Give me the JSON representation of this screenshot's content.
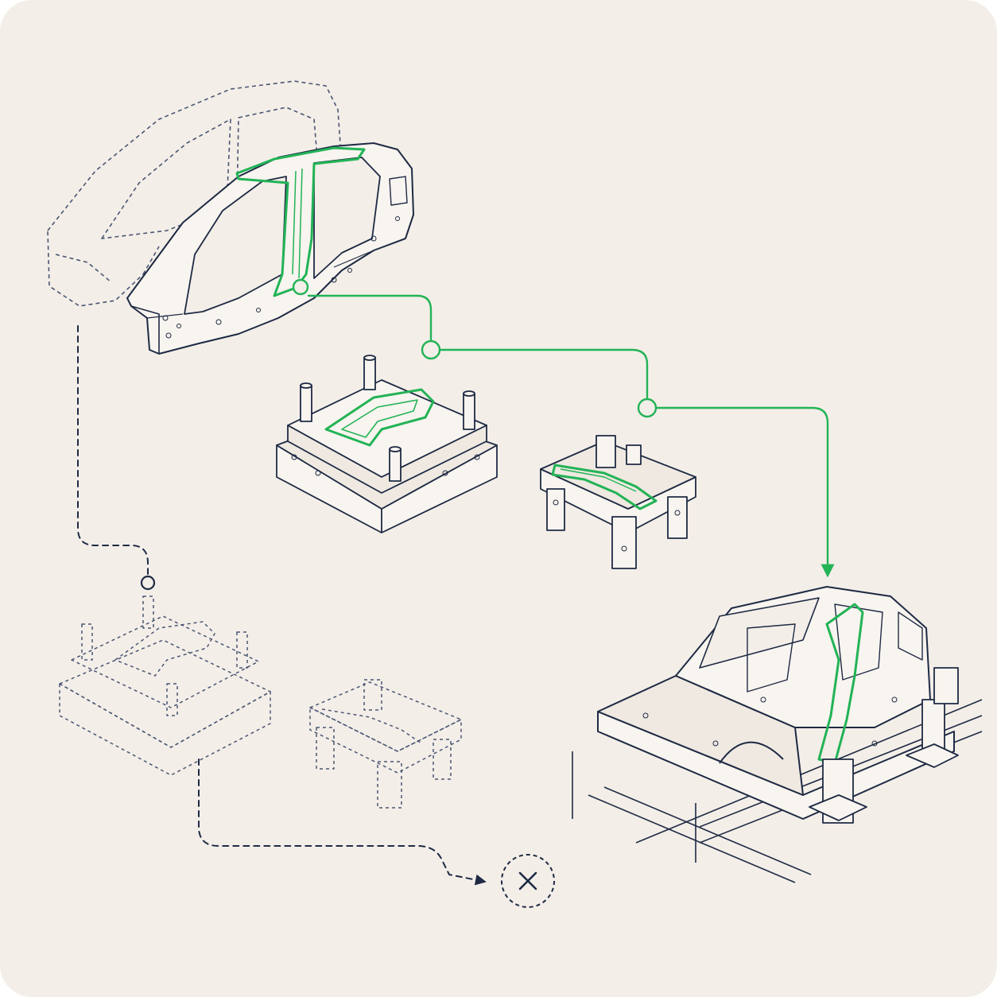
{
  "canvas": {
    "background": "#f3eee8",
    "ink": "#1e2a44",
    "accent": "#22b356",
    "ghost": "#4a5673"
  },
  "diagram": {
    "title": "",
    "nodes": [
      {
        "id": "side-panel",
        "label": "",
        "state": "active"
      },
      {
        "id": "side-panel-ghost",
        "label": "",
        "state": "discarded"
      },
      {
        "id": "stamping-die",
        "label": "",
        "state": "active"
      },
      {
        "id": "welding-fixture",
        "label": "",
        "state": "active"
      },
      {
        "id": "body-in-white",
        "label": "",
        "state": "active"
      },
      {
        "id": "stamping-die-ghost",
        "label": "",
        "state": "discarded"
      },
      {
        "id": "welding-fixture-ghost",
        "label": "",
        "state": "discarded"
      },
      {
        "id": "rejected-end",
        "label": "",
        "icon": "x-circle-icon"
      }
    ],
    "edges": [
      {
        "from": "side-panel",
        "to": "stamping-die",
        "style": "solid",
        "color": "accent"
      },
      {
        "from": "stamping-die",
        "to": "welding-fixture",
        "style": "solid",
        "color": "accent"
      },
      {
        "from": "welding-fixture",
        "to": "body-in-white",
        "style": "solid-arrow",
        "color": "accent"
      },
      {
        "from": "side-panel-ghost",
        "to": "stamping-die-ghost",
        "style": "dashed",
        "color": "ink"
      },
      {
        "from": "stamping-die-ghost",
        "to": "rejected-end",
        "style": "dashed-arrow",
        "color": "ink"
      }
    ]
  }
}
